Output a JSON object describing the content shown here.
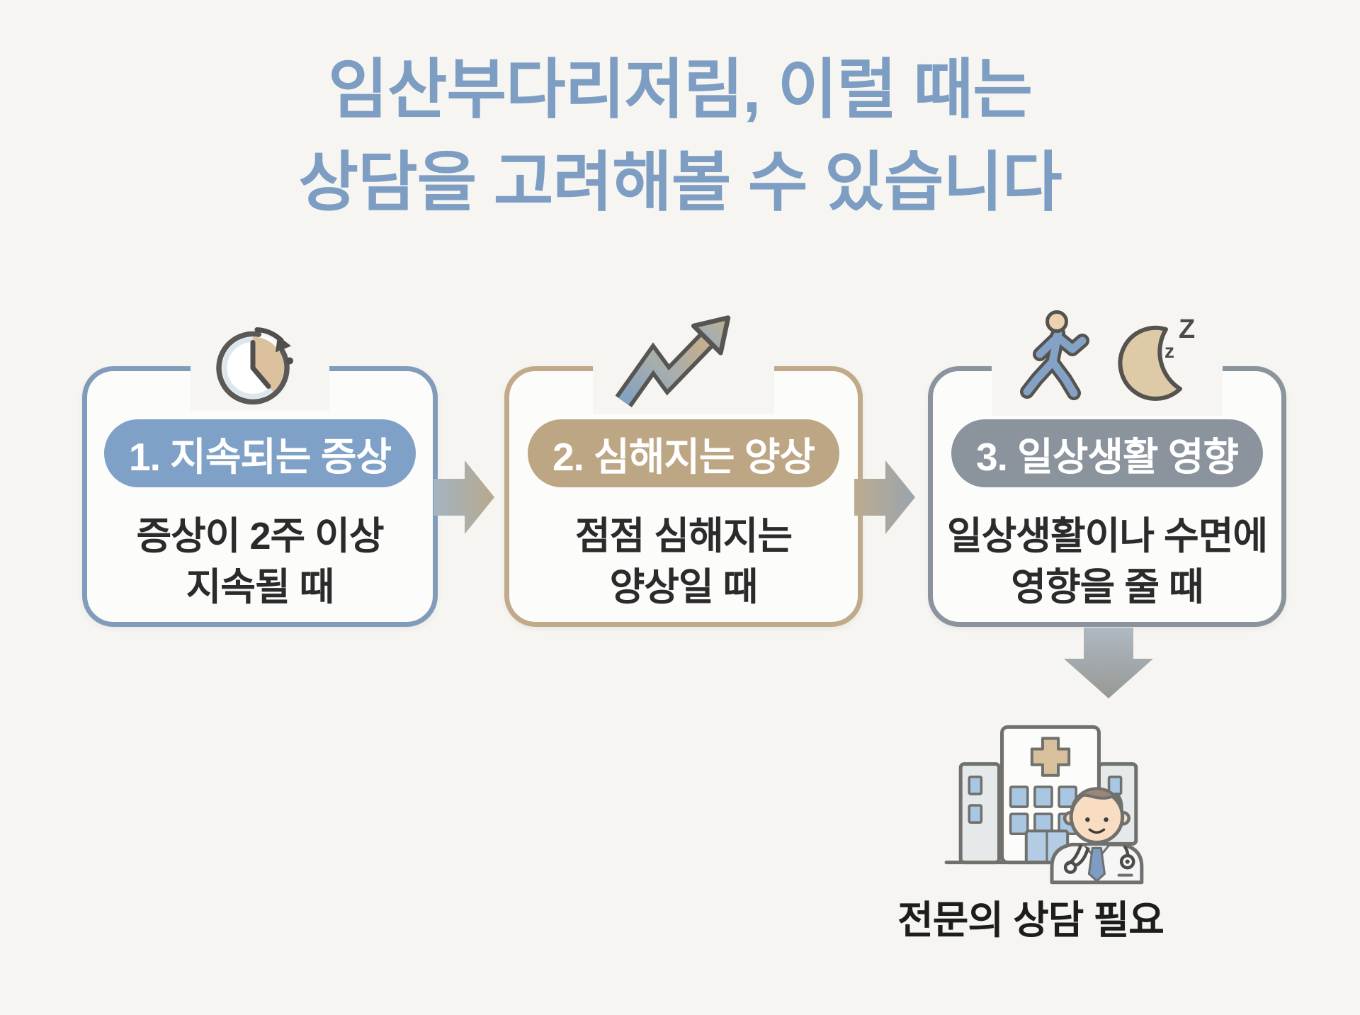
{
  "title": {
    "line1": "임산부다리저림, 이럴 때는",
    "line2": "상담을 고려해볼 수 있습니다"
  },
  "steps": [
    {
      "number_label": "1. 지속되는 증상",
      "description_line1": "증상이 2주 이상",
      "description_line2": "지속될 때",
      "icon": "clock-refresh-icon"
    },
    {
      "number_label": "2. 심해지는 양상",
      "description_line1": "점점 심해지는",
      "description_line2": "양상일 때",
      "icon": "trend-up-arrow-icon"
    },
    {
      "number_label": "3. 일상생활 영향",
      "description_line1": "일상생활이나 수면에",
      "description_line2": "영향을 줄 때",
      "icon": "walking-person-icon, sleep-moon-icon"
    }
  ],
  "conclusion": {
    "label": "전문의 상담 필요",
    "icon": "hospital-doctor-icon"
  },
  "moon_text": {
    "z_small": "z",
    "z_large": "Z"
  },
  "colors": {
    "background": "#f6f5f2",
    "title": "#7d9dc2",
    "step1_border": "#819cbb",
    "step1_badge": "#7fa1c7",
    "step2_border": "#c1aa8a",
    "step2_badge": "#bda684",
    "step3_border": "#8b939c",
    "step3_badge": "#8b949d",
    "body_text": "#2b2b2b",
    "conclusion_text": "#1d1d1b",
    "flow_arrow_blue": "#a3b4c2",
    "flow_arrow_tan": "#b8a88d",
    "flow_arrow_gray": "#9aa4ad"
  }
}
